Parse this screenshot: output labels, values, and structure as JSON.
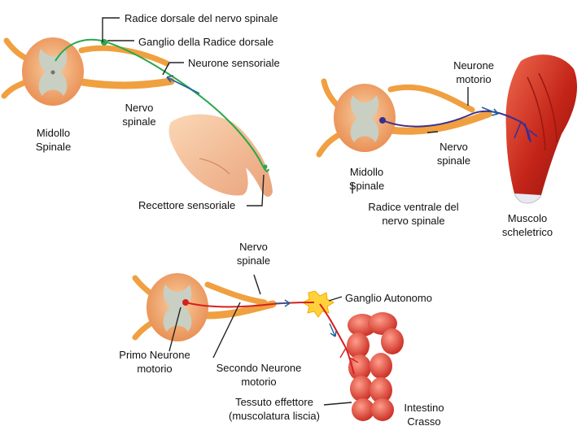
{
  "panel_sensory": {
    "dorsal_root_label": "Radice dorsale del nervo spinale",
    "ganglion_label": "Ganglio della Radice dorsale",
    "sensory_neuron_label": "Neurone sensoriale",
    "spinal_nerve_label": [
      "Nervo",
      "spinale"
    ],
    "spinal_cord_label": [
      "Midollo",
      "Spinale"
    ],
    "receptor_label": "Recettore sensoriale"
  },
  "panel_somatic": {
    "motor_neuron_label": [
      "Neurone",
      "motorio"
    ],
    "spinal_nerve_label": [
      "Nervo",
      "spinale"
    ],
    "spinal_cord_label": [
      "Midollo",
      "Spinale"
    ],
    "ventral_root_label": [
      "Radice ventrale del",
      "nervo spinale"
    ],
    "muscle_label": [
      "Muscolo",
      "scheletrico"
    ]
  },
  "panel_autonomic": {
    "spinal_nerve_label": [
      "Nervo",
      "spinale"
    ],
    "ganglion_label": "Ganglio Autonomo",
    "first_neuron_label": [
      "Primo Neurone",
      "motorio"
    ],
    "second_neuron_label": [
      "Secondo Neurone",
      "motorio"
    ],
    "effector_label": [
      "Tessuto effettore",
      "(muscolatura liscia)"
    ],
    "intestine_label": [
      "Intestino",
      "Crasso"
    ]
  },
  "colors": {
    "cord": "#f4b27a",
    "grey_matter": "#c9cfc2",
    "nerve": "#f0a040",
    "sensory_neuron": "#2aa84a",
    "somatic_neuron": "#3a2f8f",
    "autonomic_neuron": "#d62020",
    "muscle": "#c8281e",
    "intestine": "#e04a3a",
    "ganglion": "#ffd23a"
  }
}
